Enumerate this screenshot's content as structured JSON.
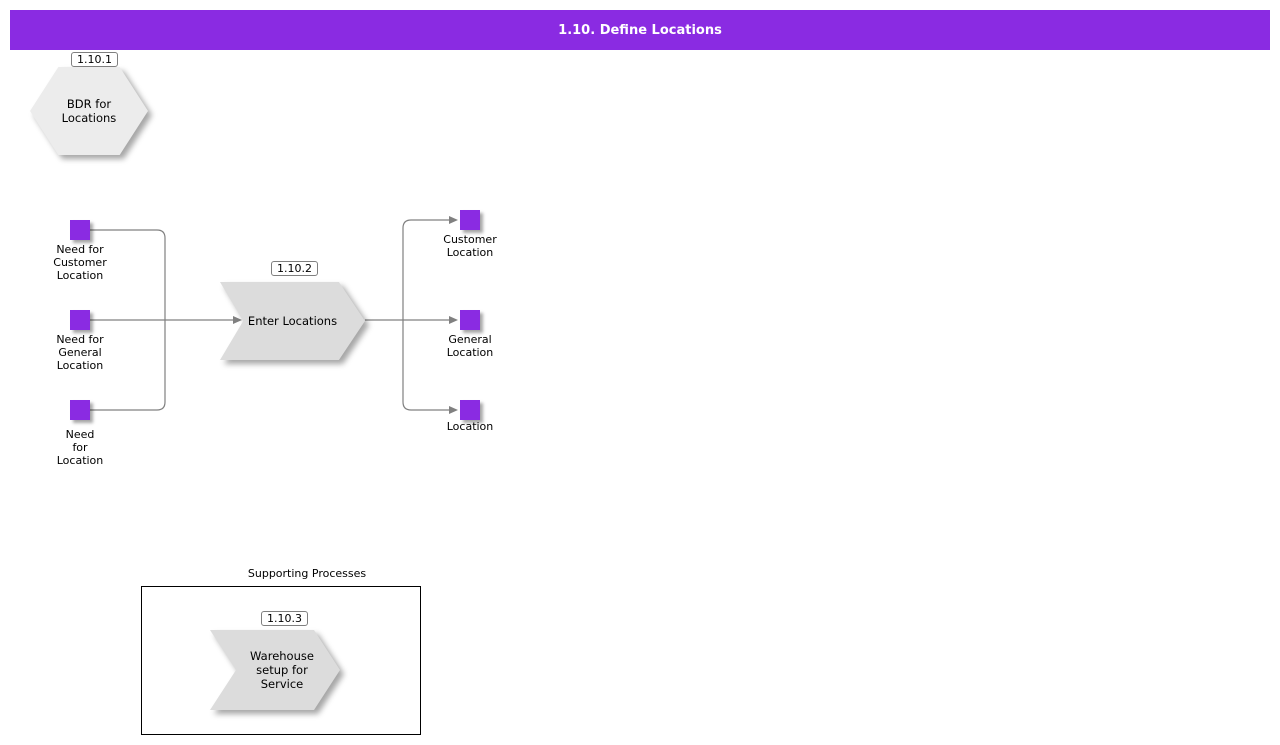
{
  "header": {
    "title": "1.10. Define Locations"
  },
  "colors": {
    "accent": "#8a2be2",
    "shape_fill": "#dcdcdc",
    "hex_fill": "#ececec",
    "line": "#808080",
    "border": "#000000"
  },
  "diagram": {
    "bdr": {
      "tag": "1.10.1",
      "label": "BDR for\nLocations"
    },
    "process": {
      "tag": "1.10.2",
      "label": "Enter Locations"
    },
    "inputs": [
      {
        "label": "Need for\nCustomer\nLocation"
      },
      {
        "label": "Need for\nGeneral\nLocation"
      },
      {
        "label": "Need\nfor\nLocation"
      }
    ],
    "outputs": [
      {
        "label": "Customer\nLocation"
      },
      {
        "label": "General\nLocation"
      },
      {
        "label": "Location"
      }
    ],
    "supporting": {
      "title": "Supporting Processes",
      "process": {
        "tag": "1.10.3",
        "label": "Warehouse\nsetup for\nService"
      }
    }
  }
}
